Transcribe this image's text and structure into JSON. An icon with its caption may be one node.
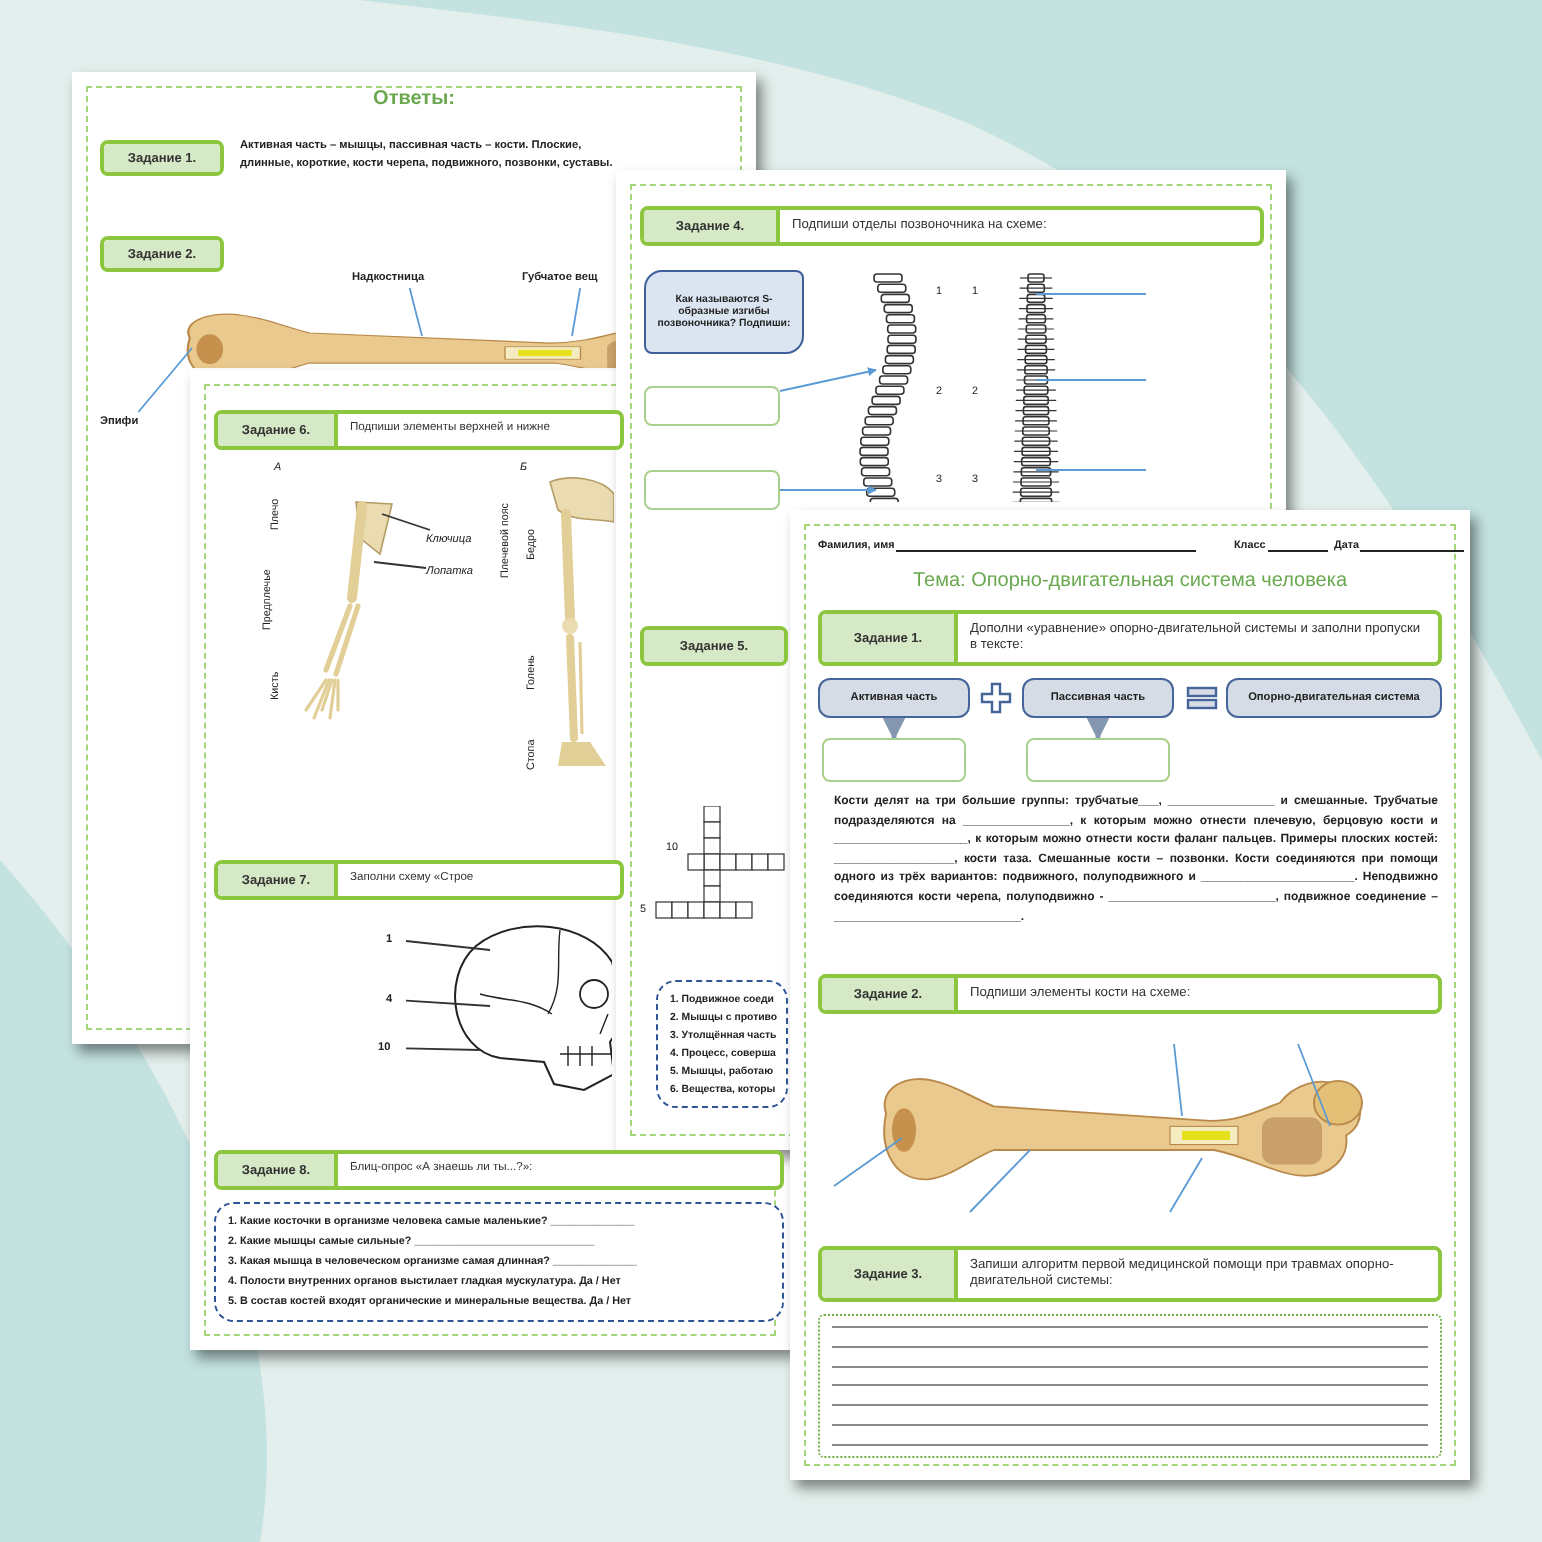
{
  "diagram": {
    "nodes": [
      {
        "text": [
          "Задание 1."
        ],
        "beside": [
          "Активная часть – мышцы, пассивная часть – кости. Плоские, длинные, короткие, кости черепа, подвижного, позвонки, суставы."
        ]
      },
      {
        "text": [
          "Задание 2."
        ]
      },
      {
        "text": [],
        "shape": "picture"
      },
      {
        "text": [
          "Надкостница"
        ]
      },
      {
        "text": [
          "Губчатое вещ"
        ]
      },
      {
        "text": [
          "Эпифи"
        ]
      },
      {
        "text": [
          "Задание 6.",
          "Подпиши элементы верхней и нижне"
        ]
      },
      {
        "text": [],
        "shape": "picture"
      },
      {
        "text": [
          "Ключица"
        ]
      },
      {
        "text": [
          "Лопатка"
        ]
      },
      {
        "text": [
          "Задание 7.",
          "Заполни схему «Строе"
        ]
      },
      {
        "text": [],
        "shape": "picture"
      },
      {
        "text": [
          "1"
        ]
      },
      {
        "text": [
          "4"
        ]
      },
      {
        "text": [
          "10"
        ]
      },
      {
        "text": [
          "Задание 8.",
          "Блиц-опрос «А знаешь ли ты...?»:"
        ]
      },
      {
        "text": [
          "1. Какие косточки в организме человека самые маленькие? ______________",
          "2. Какие мышцы самые сильные? ______________________________",
          "3. Какая мышца в человеческом организме самая длинная? ______________",
          "4. Полости внутренних органов выстилает гладкая мускулатура. Да / Нет",
          "5. В состав костей входят органические и минеральные вещества. Да / Нет"
        ]
      },
      {
        "text": [
          "Задание 4.",
          "Подпиши отделы позвоночника на схеме:"
        ]
      },
      {
        "text": [
          "Как называются S-образные изгибы позвоночника? Подпиши:"
        ]
      },
      {
        "text": [],
        "shape": "box"
      },
      {
        "text": [],
        "shape": "box"
      },
      {
        "text": [],
        "shape": "picture"
      },
      {
        "text": [],
        "shape": "picture"
      },
      {
        "text": [
          "Задание 5."
        ]
      },
      {
        "text": [
          "1. Подвижное соеди",
          "2. Мышцы с противо",
          "3. Утолщённая часть",
          "4. Процесс, соверша",
          "5. Мышцы, работаю",
          "6. Вещества, которы"
        ]
      },
      {
        "text": [
          "Задание 1.",
          "Дополни «уравнение» опорно-двигательной системы и заполни пропуски в тексте:"
        ]
      },
      {
        "text": [
          "Активная часть"
        ]
      },
      {
        "text": [
          "Пассивная часть"
        ]
      },
      {
        "text": [
          "Опорно-двигательная система"
        ]
      },
      {
        "text": [],
        "shape": "box"
      },
      {
        "text": [],
        "shape": "box"
      },
      {
        "text": [
          "Задание 2.",
          "Подпиши элементы кости на схеме:"
        ]
      },
      {
        "text": [],
        "shape": "picture"
      },
      {
        "text": [
          "Задание 3.",
          "Запиши алгоритм первой медицинской помощи при травмах опорно-двигательной системы:"
        ]
      },
      {
        "text": [],
        "shape": "box"
      }
    ],
    "edges": [
      {
        "from": 3,
        "to": 2,
        "arrow": "none"
      },
      {
        "from": 4,
        "to": 2,
        "arrow": "none"
      },
      {
        "from": 5,
        "to": 2,
        "arrow": "none"
      },
      {
        "from": 8,
        "to": 7,
        "arrow": "none",
        "color": "#333333"
      },
      {
        "from": 9,
        "to": 7,
        "arrow": "none",
        "color": "#333333"
      },
      {
        "from": 12,
        "to": 11,
        "arrow": "none",
        "color": "#333333"
      },
      {
        "from": 13,
        "to": 11,
        "arrow": "none",
        "color": "#333333"
      },
      {
        "from": 14,
        "to": 11,
        "arrow": "none",
        "color": "#333333"
      },
      {
        "from": 19,
        "to": 21,
        "arrow": "to"
      },
      {
        "from": 20,
        "to": 21,
        "arrow": "to"
      },
      {
        "from": 22,
        "to": null,
        "arrow": "none"
      },
      {
        "from": 22,
        "to": null,
        "arrow": "none"
      },
      {
        "from": 22,
        "to": null,
        "arrow": "none"
      },
      {
        "from": 26,
        "to": 29,
        "arrow": "to",
        "style": "thick",
        "color": "#8496b0"
      },
      {
        "from": 27,
        "to": 30,
        "arrow": "to",
        "style": "thick",
        "color": "#8496b0"
      },
      {
        "from": null,
        "to": 32,
        "arrow": "none"
      },
      {
        "from": null,
        "to": 32,
        "arrow": "none"
      },
      {
        "from": null,
        "to": 32,
        "arrow": "none"
      },
      {
        "from": null,
        "to": 32,
        "arrow": "none"
      },
      {
        "from": null,
        "to": 32,
        "arrow": "none"
      }
    ],
    "labels": [
      "Ответы:",
      "А",
      "Б",
      "Плечо",
      "Плечевой пояс",
      "Предплечье",
      "Кисть",
      "Бедро",
      "Голень",
      "Стопа",
      "1",
      "2",
      "3",
      "1",
      "2",
      "3",
      "10",
      "5",
      "Фамилия, имя",
      "Класс",
      "Дата",
      "Тема: Опорно-двигательная система человека",
      "Кости делят на три большие группы: трубчатые___, ________________ и смешанные. Трубчатые подразделяются на ________________, к которым можно отнести плечевую, берцовую кости и ____________________, к которым можно отнести кости фаланг пальцев. Примеры плоских костей: __________________, кости таза. Смешанные кости – позвонки. Кости соединяются при помощи одного из трёх вариантов: подвижного, полуподвижного и _______________________. Неподвижно соединяются кости черепа, полуподвижно - _________________________, подвижное соединение – ____________________________."
    ]
  }
}
